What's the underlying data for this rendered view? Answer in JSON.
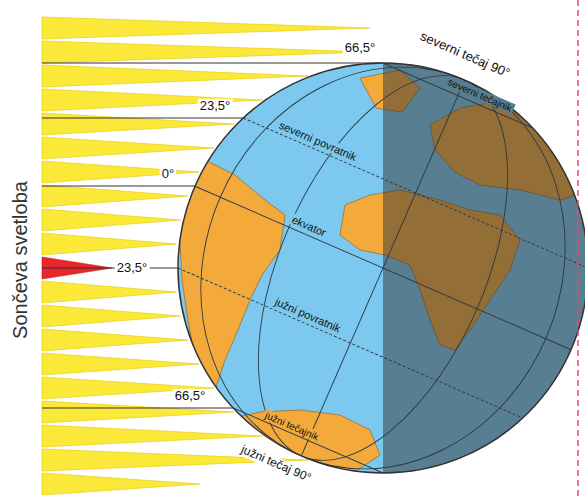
{
  "diagram": {
    "labels": [
      "66,5°",
      "severni tečaj 90°",
      "severni tečajnik",
      "23,5°",
      "severni povratnik",
      "0°",
      "ekvator",
      "Sončeva svetloba",
      "23,5°",
      "južni povratnik",
      "66,5°",
      "južni tečajnik",
      "južni tečaj 90°"
    ]
  }
}
